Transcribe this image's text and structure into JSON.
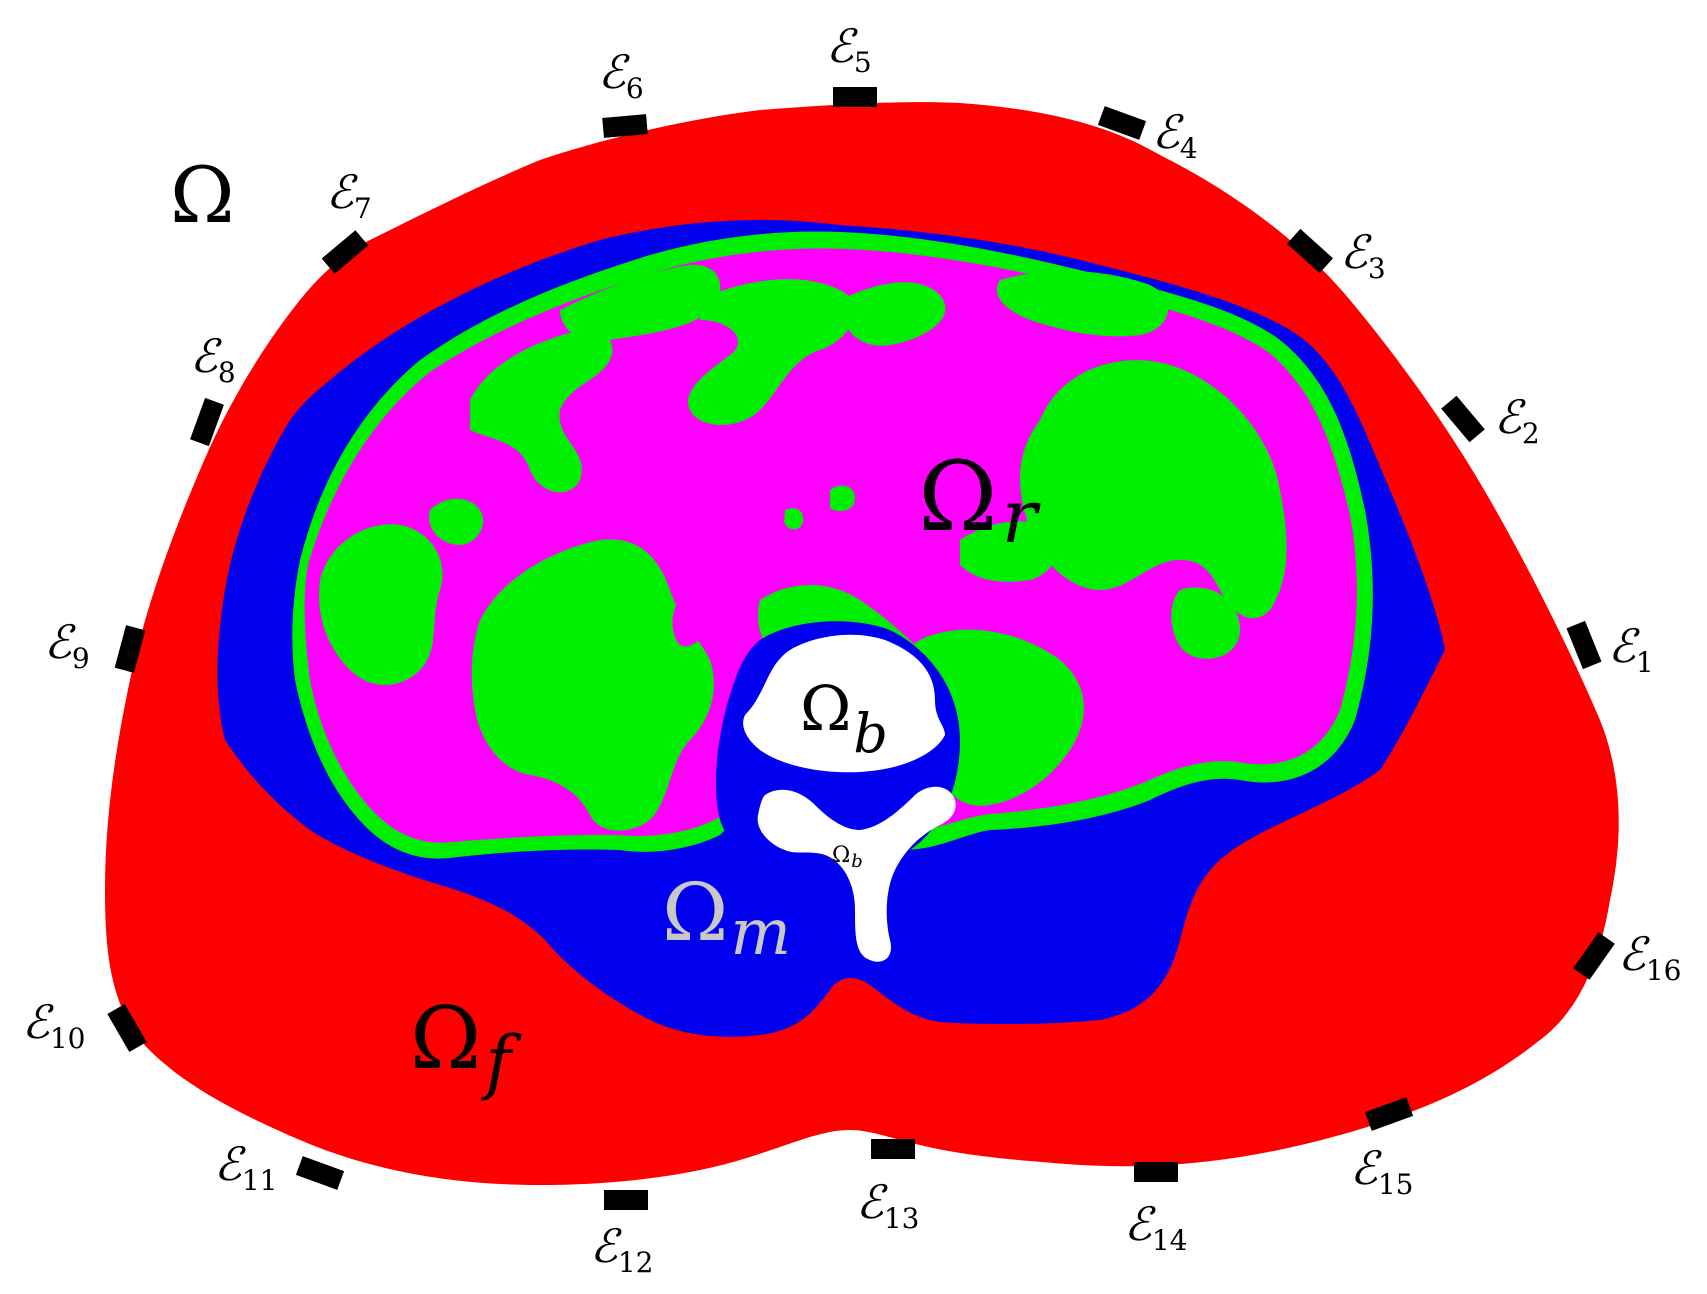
{
  "labels": {
    "omega": "Ω",
    "omega_r_base": "Ω",
    "omega_r_sub": "r",
    "omega_b_base": "Ω",
    "omega_b_sub": "b",
    "omega_b_small_base": "Ω",
    "omega_b_small_sub": "b",
    "omega_m_base": "Ω",
    "omega_m_sub": "m",
    "omega_f_base": "Ω",
    "omega_f_sub": "f"
  },
  "electrode_symbol": "ℰ",
  "electrodes": [
    {
      "id": "1",
      "sub": "1"
    },
    {
      "id": "2",
      "sub": "2"
    },
    {
      "id": "3",
      "sub": "3"
    },
    {
      "id": "4",
      "sub": "4"
    },
    {
      "id": "5",
      "sub": "5"
    },
    {
      "id": "6",
      "sub": "6"
    },
    {
      "id": "7",
      "sub": "7"
    },
    {
      "id": "8",
      "sub": "8"
    },
    {
      "id": "9",
      "sub": "9"
    },
    {
      "id": "10",
      "sub": "10"
    },
    {
      "id": "11",
      "sub": "11"
    },
    {
      "id": "12",
      "sub": "12"
    },
    {
      "id": "13",
      "sub": "13"
    },
    {
      "id": "14",
      "sub": "14"
    },
    {
      "id": "15",
      "sub": "15"
    },
    {
      "id": "16",
      "sub": "16"
    }
  ],
  "colors": {
    "fat": "#ff0000",
    "muscle": "#0000ee",
    "organ_boundary": "#00ee00",
    "organ": "#ff00ff",
    "bone": "#ffffff",
    "electrode": "#000000",
    "text": "#000000",
    "muscle_label": "#c8c8c8"
  }
}
